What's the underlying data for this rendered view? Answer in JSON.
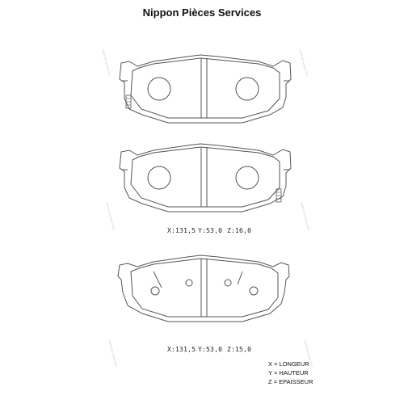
{
  "title": "Nippon Pièces Services",
  "dimensions": [
    {
      "x": "X:131,5",
      "y": "Y:53,0",
      "z": "Z:16,0"
    },
    {
      "x": "X:131,5",
      "y": "Y:53,0",
      "z": "Z:15,0"
    }
  ],
  "legend": [
    "X = LONGEUR",
    "Y = HAUTEUR",
    "Z = EPAISSEUR"
  ],
  "watermark": "www.nps-parts.com"
}
